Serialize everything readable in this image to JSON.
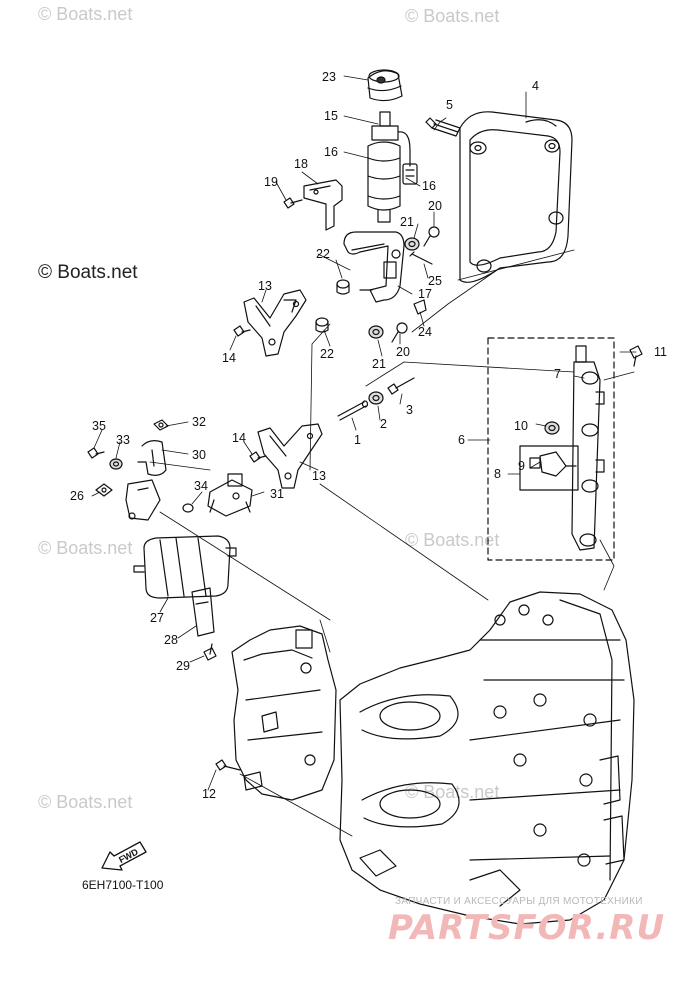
{
  "watermarks": {
    "boats_1": "© Boats.net",
    "boats_2": "© Boats.net",
    "boats_3": "© Boats.net",
    "boats_4": "© Boats.net",
    "boats_5": "© Boats.net",
    "boats_6": "© Boats.net",
    "boats_dark": "© Boats.net"
  },
  "diagram_code": "6EH7100-T100",
  "fwd_label": "FWD",
  "site": {
    "subtitle": "ЗАПЧАСТИ И АКСЕССУАРЫ ДЛЯ МОТОТЕХНИКИ",
    "logo": "PARTSFOR.RU"
  },
  "callouts": {
    "c1": "1",
    "c2": "2",
    "c3": "3",
    "c4": "4",
    "c5": "5",
    "c6": "6",
    "c7": "7",
    "c8": "8",
    "c9": "9",
    "c10": "10",
    "c11": "11",
    "c12": "12",
    "c13a": "13",
    "c13b": "13",
    "c14a": "14",
    "c14b": "14",
    "c15": "15",
    "c16a": "16",
    "c16b": "16",
    "c17": "17",
    "c18": "18",
    "c19": "19",
    "c20a": "20",
    "c20b": "20",
    "c21a": "21",
    "c21b": "21",
    "c22a": "22",
    "c22b": "22",
    "c23": "23",
    "c24": "24",
    "c25": "25",
    "c26": "26",
    "c27": "27",
    "c28": "28",
    "c29": "29",
    "c30": "30",
    "c31": "31",
    "c32": "32",
    "c33": "33",
    "c34": "34",
    "c35": "35"
  }
}
